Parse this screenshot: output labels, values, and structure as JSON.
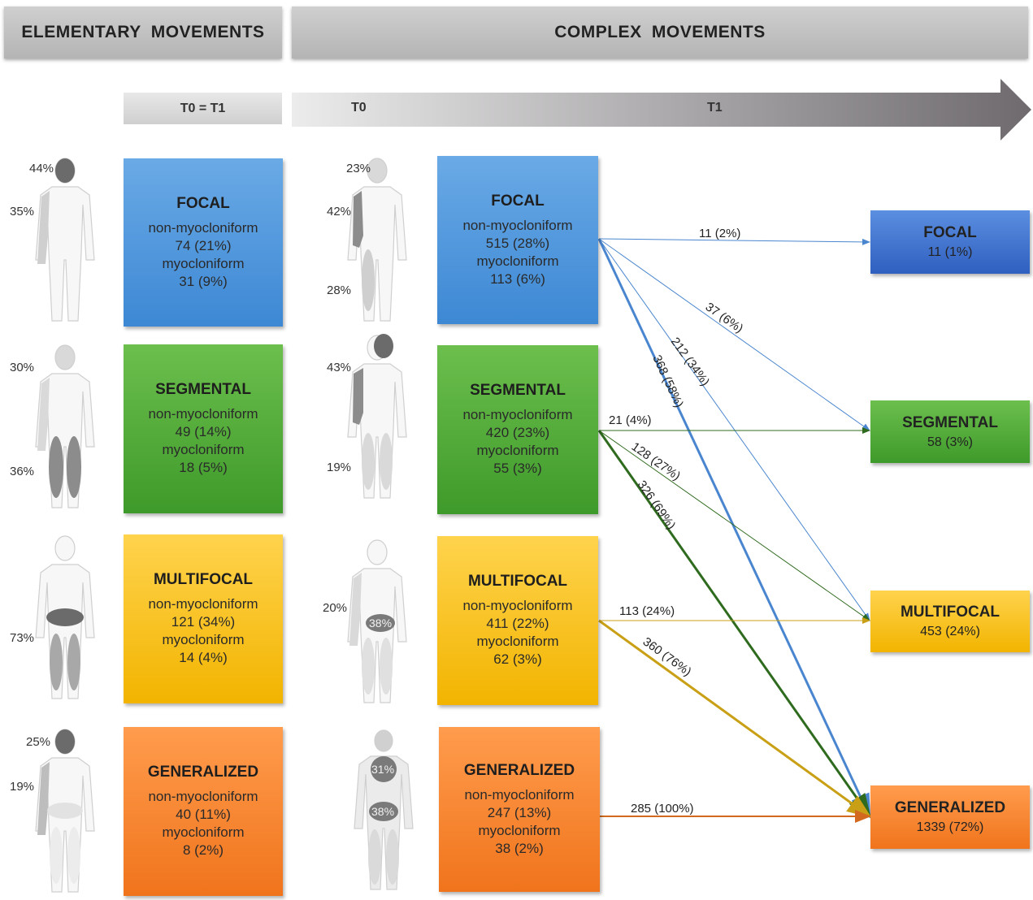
{
  "headers": {
    "elementary": "ELEMENTARY  MOVEMENTS",
    "complex": "COMPLEX  MOVEMENTS"
  },
  "time": {
    "equal": "T0 = T1",
    "t0": "T0",
    "t1": "T1"
  },
  "left_boxes": [
    {
      "title": "FOCAL",
      "l1": "non-myocloniform",
      "l2": "74 (21%)",
      "l3": "myocloniform",
      "l4": "31 (9%)"
    },
    {
      "title": "SEGMENTAL",
      "l1": "non-myocloniform",
      "l2": "49 (14%)",
      "l3": "myocloniform",
      "l4": "18 (5%)"
    },
    {
      "title": "MULTIFOCAL",
      "l1": "non-myocloniform",
      "l2": "121 (34%)",
      "l3": "myocloniform",
      "l4": "14 (4%)"
    },
    {
      "title": "GENERALIZED",
      "l1": "non-myocloniform",
      "l2": "40 (11%)",
      "l3": "myocloniform",
      "l4": "8 (2%)"
    }
  ],
  "mid_boxes": [
    {
      "title": "FOCAL",
      "l1": "non-myocloniform",
      "l2": "515 (28%)",
      "l3": "myocloniform",
      "l4": "113 (6%)"
    },
    {
      "title": "SEGMENTAL",
      "l1": "non-myocloniform",
      "l2": "420 (23%)",
      "l3": "myocloniform",
      "l4": "55 (3%)"
    },
    {
      "title": "MULTIFOCAL",
      "l1": "non-myocloniform",
      "l2": "411 (22%)",
      "l3": "myocloniform",
      "l4": "62 (3%)"
    },
    {
      "title": "GENERALIZED",
      "l1": "non-myocloniform",
      "l2": "247 (13%)",
      "l3": "myocloniform",
      "l4": "38 (2%)"
    }
  ],
  "right_boxes": [
    {
      "title": "FOCAL",
      "value": "11 (1%)"
    },
    {
      "title": "SEGMENTAL",
      "value": "58 (3%)"
    },
    {
      "title": "MULTIFOCAL",
      "value": "453 (24%)"
    },
    {
      "title": "GENERALIZED",
      "value": "1339 (72%)"
    }
  ],
  "left_figure_pcts": {
    "focal": [
      "44%",
      "35%"
    ],
    "segmental": [
      "30%",
      "36%"
    ],
    "multifocal": [
      "73%"
    ],
    "generalized": [
      "25%",
      "19%"
    ]
  },
  "mid_figure_pcts": {
    "focal": [
      "23%",
      "42%",
      "28%"
    ],
    "segmental": [
      "43%",
      "19%"
    ],
    "multifocal": [
      "20%",
      "38%"
    ],
    "generalized": [
      "31%",
      "38%"
    ]
  },
  "flows": {
    "focal_to_focal": "11 (2%)",
    "focal_to_segmental": "37 (6%)",
    "focal_to_multifocal": "212 (34%)",
    "focal_to_generalized": "368 (58%)",
    "segmental_to_segmental": "21 (4%)",
    "segmental_to_multifocal": "128 (27%)",
    "segmental_to_generalized": "326 (69%)",
    "multifocal_to_multifocal": "113 (24%)",
    "multifocal_to_generalized": "360 (76%)",
    "generalized_to_generalized": "285 (100%)"
  },
  "colors": {
    "focal": "#4a86cf",
    "segmental": "#2f6b1e",
    "multifocal": "#c9a015",
    "generalized": "#d2691e"
  }
}
